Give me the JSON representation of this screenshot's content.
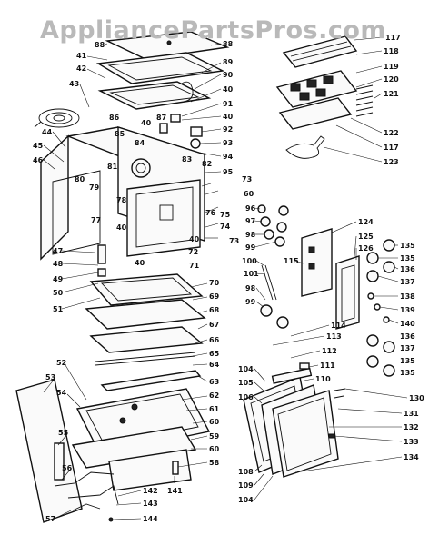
{
  "watermark": "AppliancePartsPros.com",
  "callouts": [
    {
      "name": "callout-88-top",
      "label": "88"
    },
    {
      "name": "callout-41",
      "label": "41"
    },
    {
      "name": "callout-42",
      "label": "42"
    },
    {
      "name": "callout-43",
      "label": "43"
    },
    {
      "name": "callout-88",
      "label": "88"
    },
    {
      "name": "callout-89",
      "label": "89"
    },
    {
      "name": "callout-90",
      "label": "90"
    },
    {
      "name": "callout-40-a",
      "label": "40"
    },
    {
      "name": "callout-91",
      "label": "91"
    },
    {
      "name": "callout-40-b",
      "label": "40"
    },
    {
      "name": "callout-92",
      "label": "92"
    },
    {
      "name": "callout-93",
      "label": "93"
    },
    {
      "name": "callout-94",
      "label": "94"
    },
    {
      "name": "callout-86",
      "label": "86"
    },
    {
      "name": "callout-40-c",
      "label": "40"
    },
    {
      "name": "callout-87",
      "label": "87"
    },
    {
      "name": "callout-85",
      "label": "85"
    },
    {
      "name": "callout-84",
      "label": "84"
    },
    {
      "name": "callout-83",
      "label": "83"
    },
    {
      "name": "callout-82",
      "label": "82"
    },
    {
      "name": "callout-95",
      "label": "95"
    },
    {
      "name": "callout-44",
      "label": "44"
    },
    {
      "name": "callout-45",
      "label": "45"
    },
    {
      "name": "callout-46",
      "label": "46"
    },
    {
      "name": "callout-80",
      "label": "80"
    },
    {
      "name": "callout-81",
      "label": "81"
    },
    {
      "name": "callout-79",
      "label": "79"
    },
    {
      "name": "callout-78",
      "label": "78"
    },
    {
      "name": "callout-77",
      "label": "77"
    },
    {
      "name": "callout-40-d",
      "label": "40"
    },
    {
      "name": "callout-76",
      "label": "76"
    },
    {
      "name": "callout-73-a",
      "label": "73"
    },
    {
      "name": "callout-60-a",
      "label": "60"
    },
    {
      "name": "callout-75",
      "label": "75"
    },
    {
      "name": "callout-74",
      "label": "74"
    },
    {
      "name": "callout-73-b",
      "label": "73"
    },
    {
      "name": "callout-40-e",
      "label": "40"
    },
    {
      "name": "callout-72",
      "label": "72"
    },
    {
      "name": "callout-71",
      "label": "71"
    },
    {
      "name": "callout-47",
      "label": "47"
    },
    {
      "name": "callout-48",
      "label": "48"
    },
    {
      "name": "callout-40-f",
      "label": "40"
    },
    {
      "name": "callout-49",
      "label": "49"
    },
    {
      "name": "callout-50",
      "label": "50"
    },
    {
      "name": "callout-51",
      "label": "51"
    },
    {
      "name": "callout-70",
      "label": "70"
    },
    {
      "name": "callout-69",
      "label": "69"
    },
    {
      "name": "callout-68",
      "label": "68"
    },
    {
      "name": "callout-67",
      "label": "67"
    },
    {
      "name": "callout-66",
      "label": "66"
    },
    {
      "name": "callout-65",
      "label": "65"
    },
    {
      "name": "callout-64",
      "label": "64"
    },
    {
      "name": "callout-63",
      "label": "63"
    },
    {
      "name": "callout-62",
      "label": "62"
    },
    {
      "name": "callout-61",
      "label": "61"
    },
    {
      "name": "callout-60-b",
      "label": "60"
    },
    {
      "name": "callout-59",
      "label": "59"
    },
    {
      "name": "callout-60-c",
      "label": "60"
    },
    {
      "name": "callout-58",
      "label": "58"
    },
    {
      "name": "callout-52",
      "label": "52"
    },
    {
      "name": "callout-53",
      "label": "53"
    },
    {
      "name": "callout-54",
      "label": "54"
    },
    {
      "name": "callout-55",
      "label": "55"
    },
    {
      "name": "callout-56",
      "label": "56"
    },
    {
      "name": "callout-57",
      "label": "57"
    },
    {
      "name": "callout-142",
      "label": "142"
    },
    {
      "name": "callout-143",
      "label": "143"
    },
    {
      "name": "callout-144",
      "label": "144"
    },
    {
      "name": "callout-141",
      "label": "141"
    },
    {
      "name": "callout-117-a",
      "label": "117"
    },
    {
      "name": "callout-118",
      "label": "118"
    },
    {
      "name": "callout-119",
      "label": "119"
    },
    {
      "name": "callout-120",
      "label": "120"
    },
    {
      "name": "callout-121",
      "label": "121"
    },
    {
      "name": "callout-122",
      "label": "122"
    },
    {
      "name": "callout-117-b",
      "label": "117"
    },
    {
      "name": "callout-123",
      "label": "123"
    },
    {
      "name": "callout-96",
      "label": "96"
    },
    {
      "name": "callout-97",
      "label": "97"
    },
    {
      "name": "callout-98-a",
      "label": "98"
    },
    {
      "name": "callout-99",
      "label": "99"
    },
    {
      "name": "callout-100",
      "label": "100"
    },
    {
      "name": "callout-101",
      "label": "101"
    },
    {
      "name": "callout-98-b",
      "label": "98"
    },
    {
      "name": "callout-99-b",
      "label": "99"
    },
    {
      "name": "callout-115",
      "label": "115"
    },
    {
      "name": "callout-124",
      "label": "124"
    },
    {
      "name": "callout-125",
      "label": "125"
    },
    {
      "name": "callout-126",
      "label": "126"
    },
    {
      "name": "callout-135-a",
      "label": "135"
    },
    {
      "name": "callout-135-b",
      "label": "135"
    },
    {
      "name": "callout-136-a",
      "label": "136"
    },
    {
      "name": "callout-137-a",
      "label": "137"
    },
    {
      "name": "callout-138",
      "label": "138"
    },
    {
      "name": "callout-139",
      "label": "139"
    },
    {
      "name": "callout-140",
      "label": "140"
    },
    {
      "name": "callout-114",
      "label": "114"
    },
    {
      "name": "callout-113",
      "label": "113"
    },
    {
      "name": "callout-112",
      "label": "112"
    },
    {
      "name": "callout-111",
      "label": "111"
    },
    {
      "name": "callout-110",
      "label": "110"
    },
    {
      "name": "callout-136-b",
      "label": "136"
    },
    {
      "name": "callout-137-b",
      "label": "137"
    },
    {
      "name": "callout-135-c",
      "label": "135"
    },
    {
      "name": "callout-135-d",
      "label": "135"
    },
    {
      "name": "callout-104-a",
      "label": "104"
    },
    {
      "name": "callout-105",
      "label": "105"
    },
    {
      "name": "callout-106",
      "label": "106"
    },
    {
      "name": "callout-130",
      "label": "130"
    },
    {
      "name": "callout-131",
      "label": "131"
    },
    {
      "name": "callout-132",
      "label": "132"
    },
    {
      "name": "callout-133",
      "label": "133"
    },
    {
      "name": "callout-134",
      "label": "134"
    },
    {
      "name": "callout-108",
      "label": "108"
    },
    {
      "name": "callout-109",
      "label": "109"
    },
    {
      "name": "callout-104-b",
      "label": "104"
    }
  ]
}
